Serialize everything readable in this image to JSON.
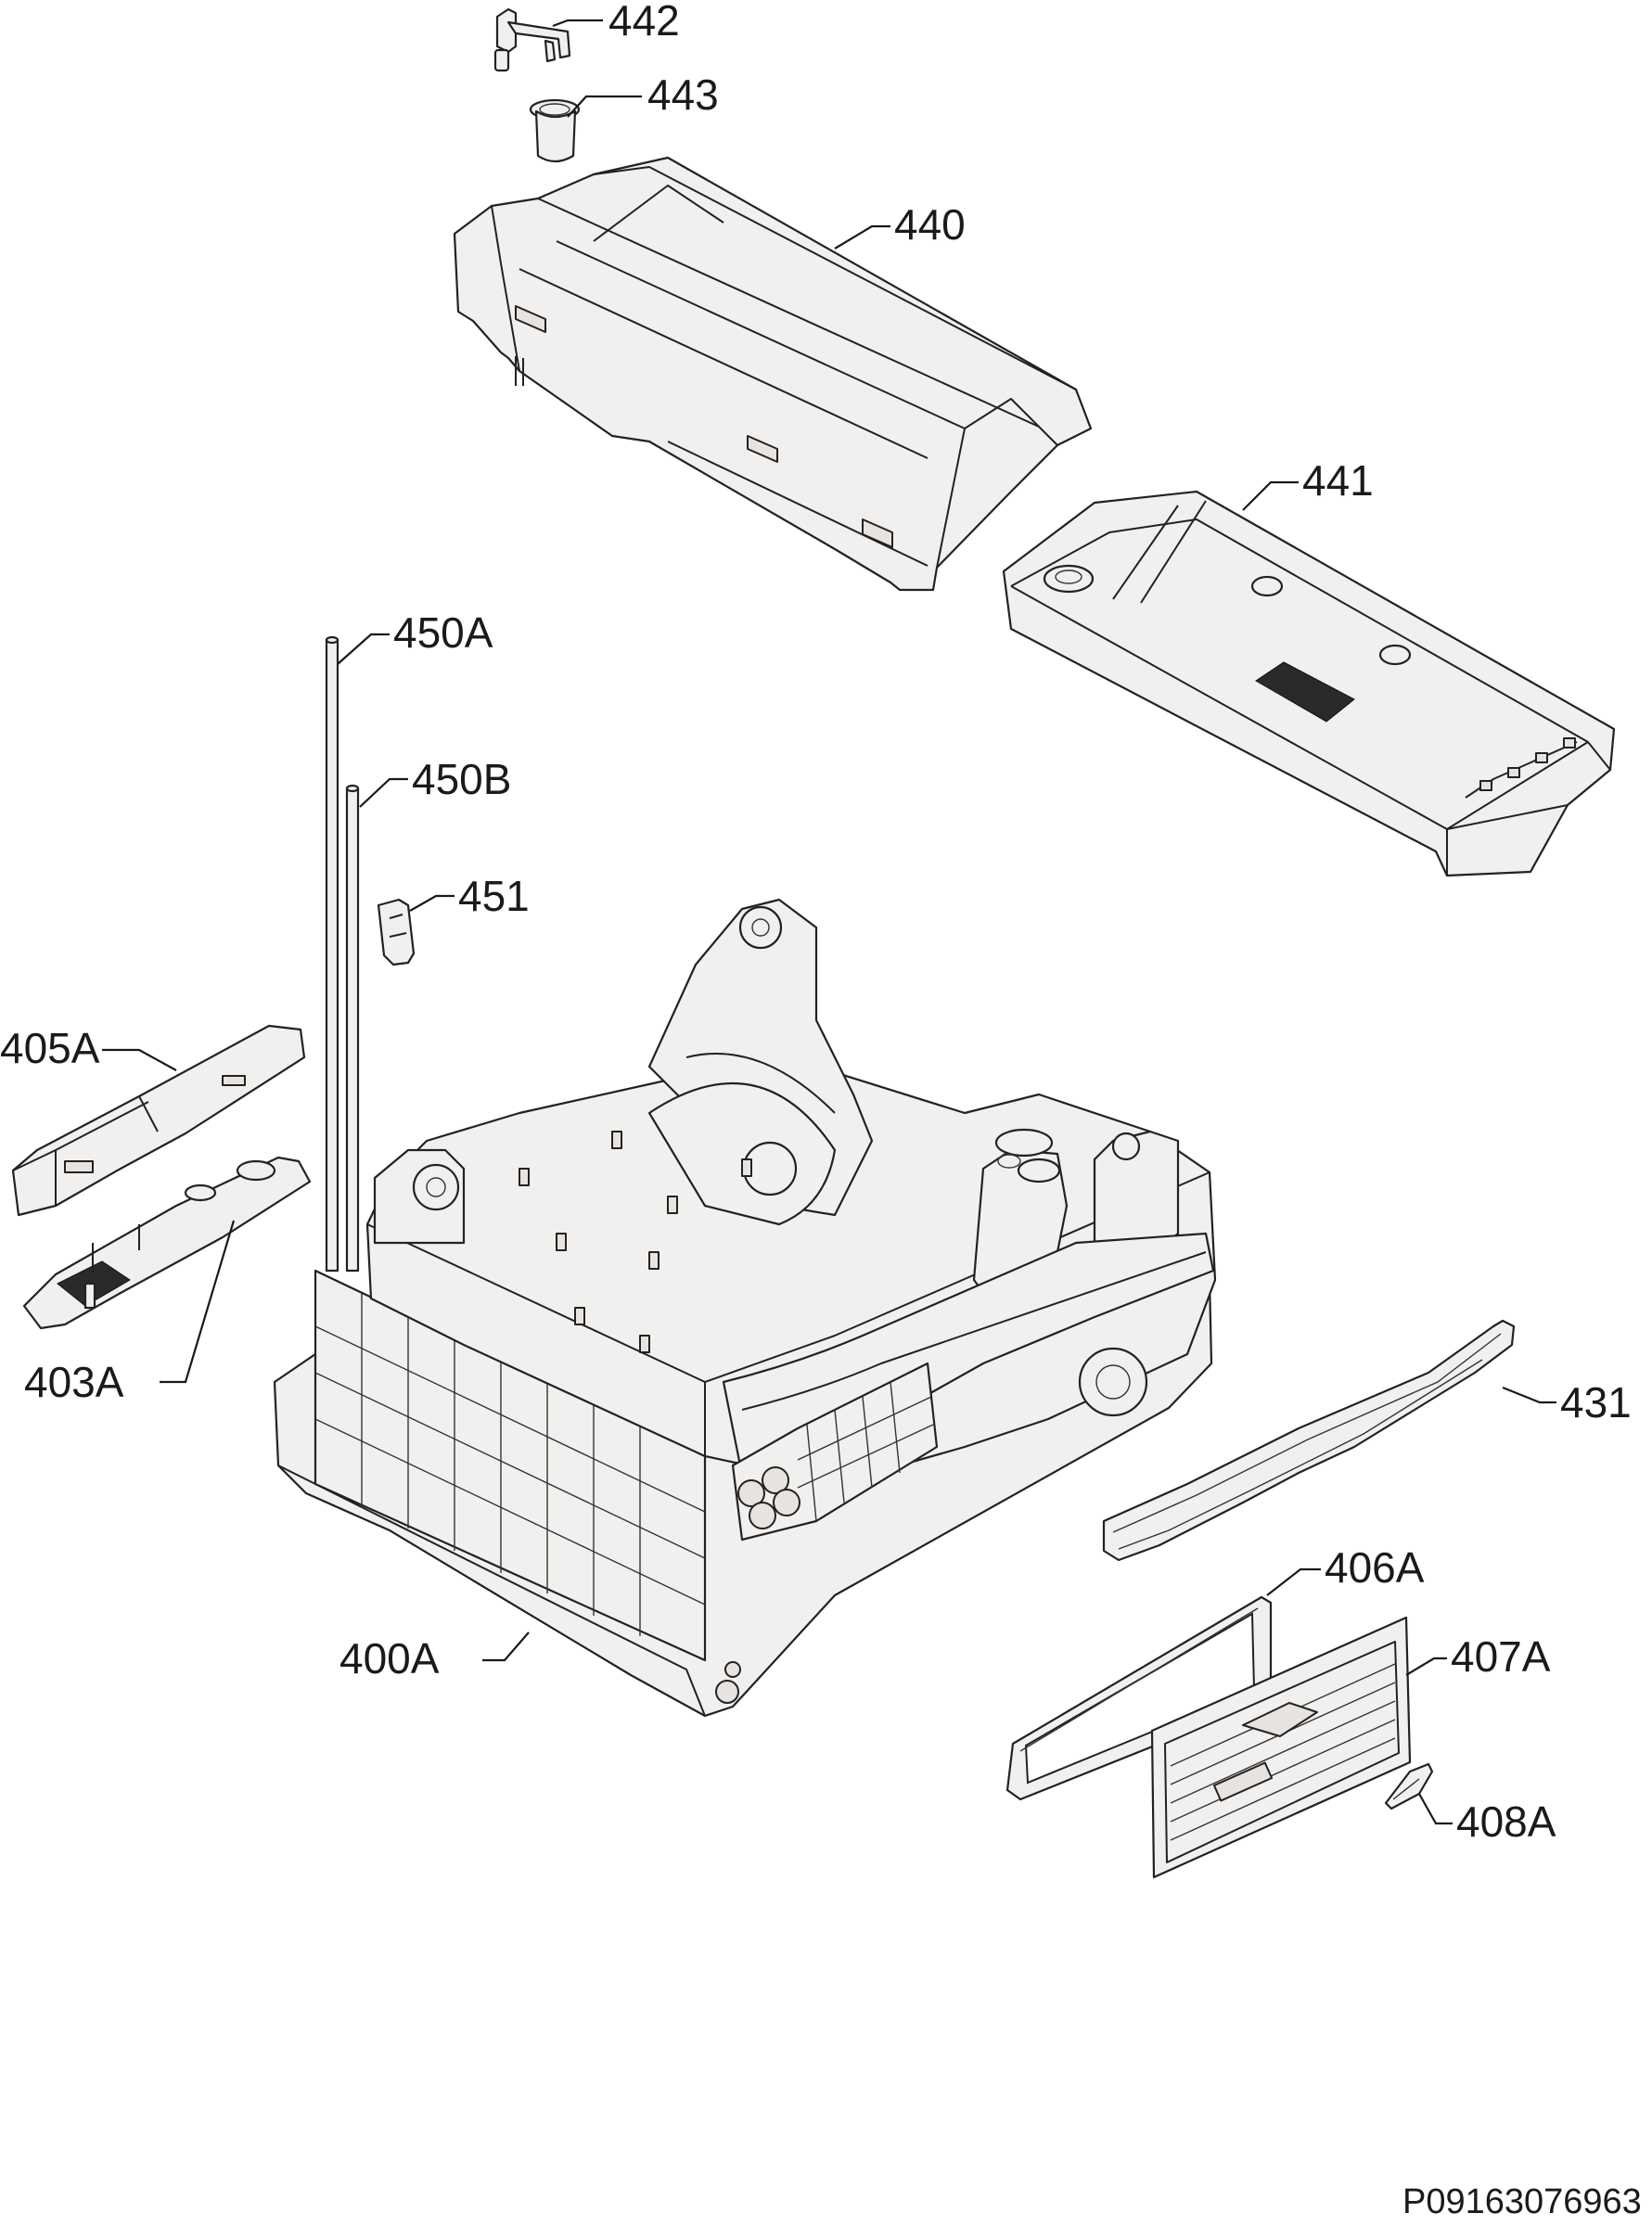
{
  "labels": {
    "p442": "442",
    "p443": "443",
    "p440": "440",
    "p441": "441",
    "p450a": "450A",
    "p450b": "450B",
    "p451": "451",
    "p405a": "405A",
    "p403a": "403A",
    "p431": "431",
    "p406a": "406A",
    "p407a": "407A",
    "p400a": "400A",
    "p408a": "408A"
  },
  "drawing_code": "P09163076963"
}
